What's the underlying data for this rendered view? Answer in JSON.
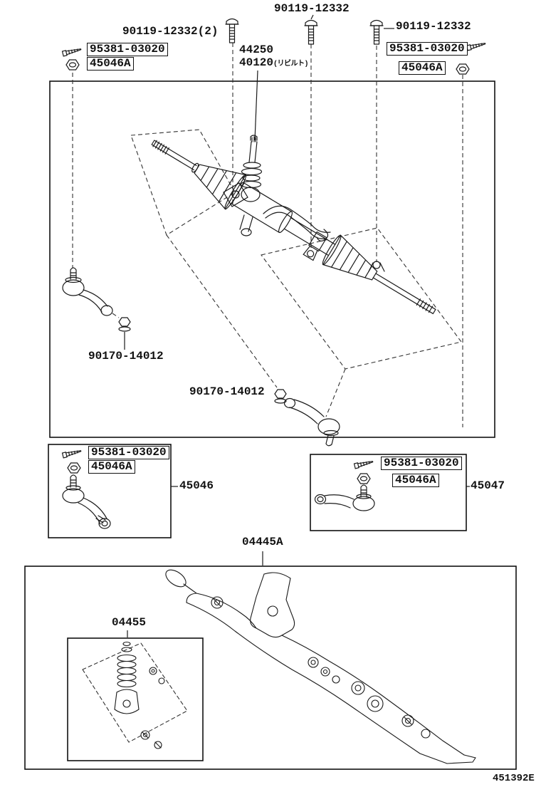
{
  "figure": {
    "code": "451392E"
  },
  "colors": {
    "ink": "#1a1a1a",
    "background": "#ffffff"
  },
  "icons": {
    "bolt": "hex-bolt-icon",
    "screw": "tapping-screw-icon",
    "nut": "hex-nut-icon",
    "rod_nut": "castle-nut-washer-icon"
  },
  "top": {
    "bolt_center": "90119-12332",
    "bolt_left": "90119-12332(2)",
    "bolt_right": "90119-12332",
    "left_screw": "95381-03020",
    "left_nut": "45046A",
    "assy": "44250",
    "assy_reman": "40120",
    "assy_reman_note": "(リビルト)",
    "right_screw": "95381-03020",
    "right_nut": "45046A"
  },
  "main": {
    "left_rod_nut": "90170-14012",
    "right_rod_nut": "90170-14012"
  },
  "sub_left": {
    "screw": "95381-03020",
    "nut": "45046A",
    "part": "45046"
  },
  "sub_right": {
    "screw": "95381-03020",
    "nut": "45046A",
    "part": "45047"
  },
  "bottom": {
    "kit": "04445A",
    "valve_kit": "04455"
  }
}
